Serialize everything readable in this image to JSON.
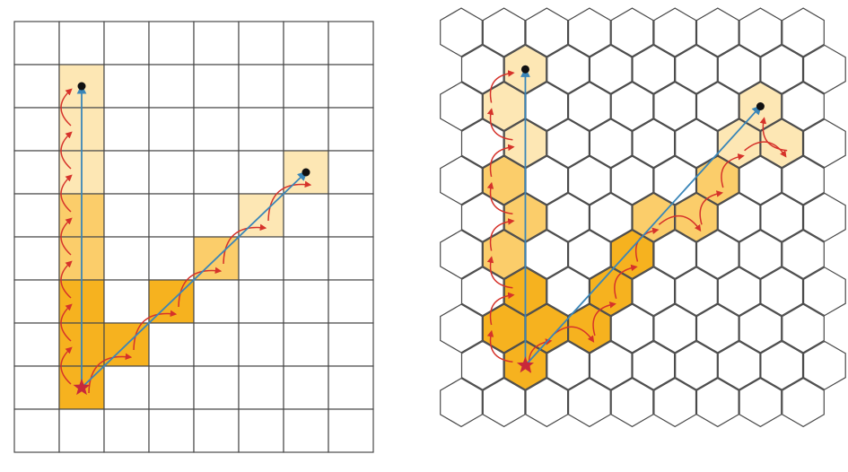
{
  "colors": {
    "background": "#ffffff",
    "grid_line": "#4a4a4a",
    "cell_empty": "#ffffff",
    "path_fill_light": "#fde7b4",
    "path_fill_mid": "#fbcd6a",
    "path_fill_dark": "#f6b21f",
    "start_glow": "#fbd15a",
    "step_arrow": "#d6322a",
    "direct_arrow": "#3a86b8",
    "start_marker": "#c8283a",
    "end_marker": "#111111"
  },
  "icons": {
    "start": "star-icon",
    "end": "dot-icon"
  },
  "square_panel": {
    "grid": {
      "columns": 8,
      "rows": 10
    },
    "start_cell": [
      1,
      8
    ],
    "vertical_path_cells": [
      [
        1,
        8
      ],
      [
        1,
        7
      ],
      [
        1,
        6
      ],
      [
        1,
        5
      ],
      [
        1,
        4
      ],
      [
        1,
        3
      ],
      [
        1,
        2
      ],
      [
        1,
        1
      ]
    ],
    "diagonal_path_cells": [
      [
        2,
        7
      ],
      [
        3,
        6
      ],
      [
        4,
        5
      ],
      [
        5,
        4
      ],
      [
        6,
        3
      ]
    ],
    "vertical_target_cell": [
      1,
      1
    ],
    "diagonal_target_cell": [
      6,
      3
    ]
  },
  "hex_panel": {
    "grid": {
      "columns": 9,
      "rows": 11
    },
    "start_cell": [
      1,
      9
    ],
    "vertical_path_cells": [
      [
        1,
        9
      ],
      [
        1,
        8
      ],
      [
        1,
        7
      ],
      [
        1,
        6
      ],
      [
        1,
        5
      ],
      [
        1,
        4
      ],
      [
        1,
        3
      ],
      [
        1,
        2
      ],
      [
        1,
        1
      ]
    ],
    "diagonal_path_cells": [
      [
        2,
        8
      ],
      [
        3,
        8
      ],
      [
        3,
        7
      ],
      [
        4,
        6
      ],
      [
        4,
        5
      ],
      [
        5,
        5
      ],
      [
        6,
        4
      ],
      [
        6,
        3
      ],
      [
        7,
        3
      ],
      [
        7,
        2
      ]
    ],
    "vertical_target_cell": [
      1,
      1
    ],
    "diagonal_target_cell": [
      7,
      2
    ]
  }
}
